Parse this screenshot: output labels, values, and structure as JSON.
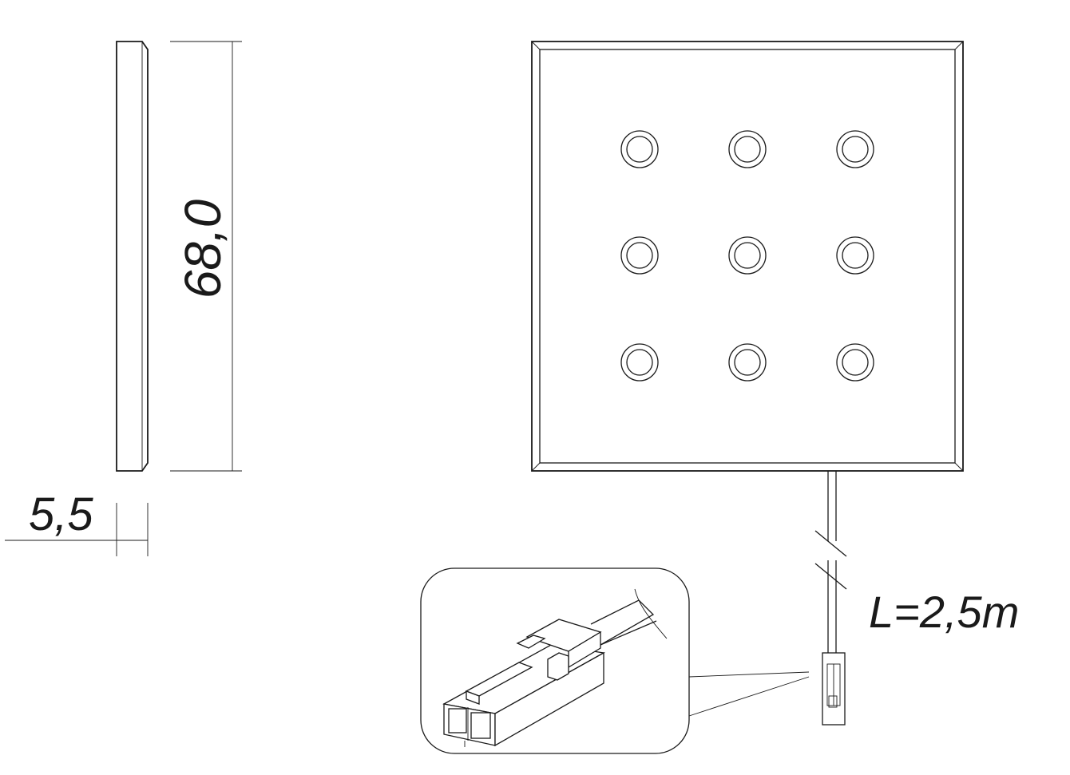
{
  "dimensions": {
    "height_label": "68,0",
    "thickness_label": "5,5",
    "cable_length_label": "L=2,5m"
  },
  "panel": {
    "led_rows": 3,
    "led_cols": 3
  },
  "colors": {
    "line": "#1a1a1a",
    "background": "#ffffff"
  }
}
